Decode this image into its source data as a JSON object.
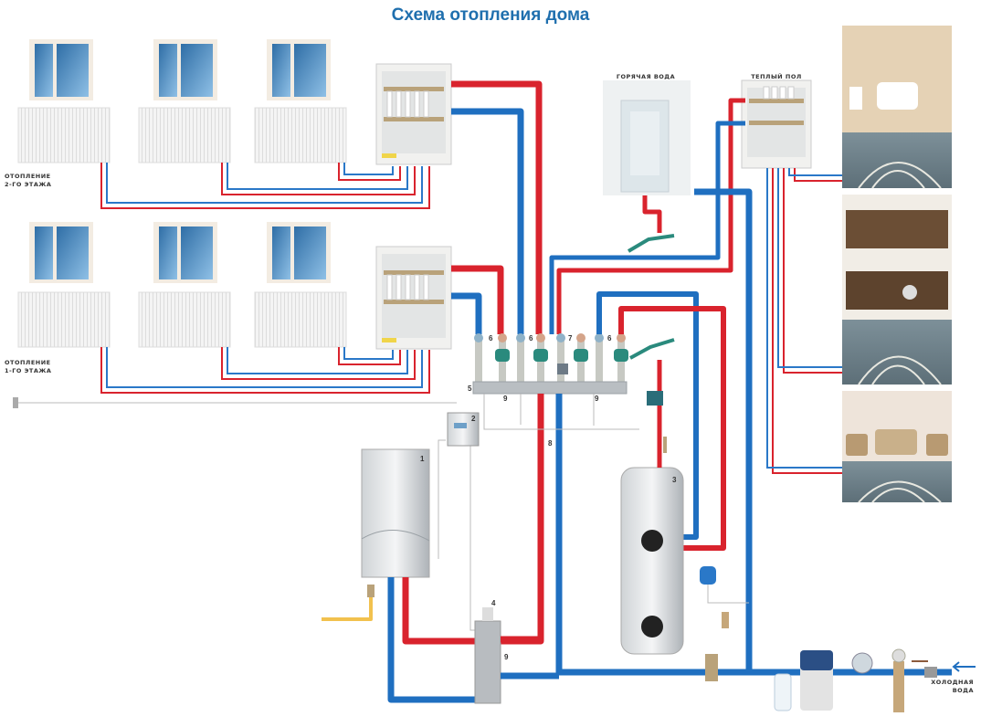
{
  "title": "Схема отопления дома",
  "labels": {
    "floor2_line1": "ОТОПЛЕНИЕ",
    "floor2_line2": "2-ГО ЭТАЖА",
    "floor1_line1": "ОТОПЛЕНИЕ",
    "floor1_line2": "1-ГО ЭТАЖА",
    "hot_water": "ГОРЯЧАЯ ВОДА",
    "floor_heating": "ТЕПЛЫЙ ПОЛ",
    "cold_water_line1": "ХОЛОДНАЯ",
    "cold_water_line2": "ВОДА"
  },
  "numbers": {
    "boiler": "1",
    "controller": "2",
    "tank": "3",
    "separator": "4",
    "manifold": "5",
    "pump_a": "6",
    "pump_b": "6",
    "mixer": "7",
    "pump_c": "6",
    "pipe": "8",
    "valve_a": "9",
    "valve_b": "9",
    "valve_c": "9"
  },
  "rooms": [
    "bathroom",
    "kitchen",
    "living-room"
  ],
  "colors": {
    "hot": "#d9232d",
    "cold": "#1f6fc0",
    "gas": "#f2c14e",
    "title": "#1f6fae"
  }
}
